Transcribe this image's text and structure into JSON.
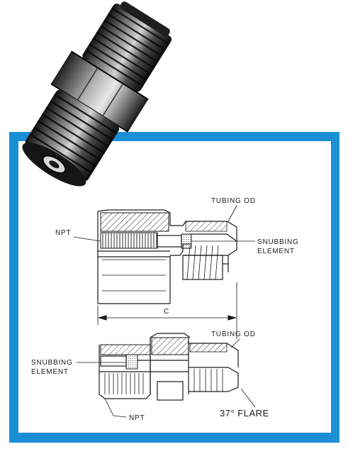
{
  "colors": {
    "frame_blue": "#1b8fd6",
    "ink": "#1a1a1a",
    "paper": "#ffffff",
    "fitting_dark": "#2a2a2a",
    "fitting_light": "#9a9a9a"
  },
  "top_fitting": {
    "labels": {
      "tubing_od": "TUBING OD",
      "npt": "NPT",
      "snubbing_line1": "SNUBBING",
      "snubbing_line2": "ELEMENT"
    }
  },
  "dimension": {
    "label": "C"
  },
  "bottom_fitting": {
    "labels": {
      "tubing_od": "TUBING OD",
      "snubbing_line1": "SNUBBING",
      "snubbing_line2": "ELEMENT",
      "npt": "NPT",
      "flare": "37° FLARE"
    }
  }
}
